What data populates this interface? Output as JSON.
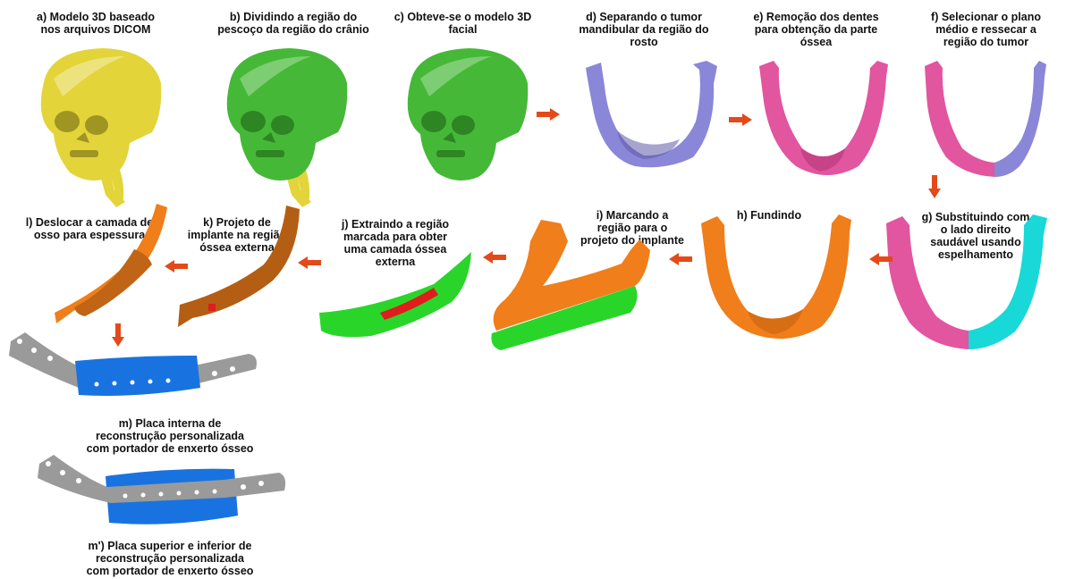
{
  "colors": {
    "yellow_skull": "#e3d43a",
    "green_skull": "#46b837",
    "periwinkle": "#8a86d8",
    "pink": "#e2559f",
    "cyan": "#18d8d8",
    "orange": "#f07e1a",
    "green_layer": "#2ad52a",
    "red_mark": "#e01c1c",
    "blue_plate": "#1873e0",
    "grey_plate": "#9a9a9a",
    "arrow_red": "#e24a1a"
  },
  "steps": {
    "a": "a) Modelo 3D baseado\nnos arquivos DICOM",
    "b": "b) Dividindo a região do\npescoço da região do crânio",
    "c": "c) Obteve-se o modelo 3D\nfacial",
    "d": "d) Separando o tumor\nmandibular da região do\nrosto",
    "e": "e) Remoção dos dentes\npara obtenção da parte\nóssea",
    "f": "f) Selecionar o plano\nmédio e ressecar a\nregião do tumor",
    "g": "g) Substituindo com\no lado direito\nsaudável usando\nespelhamento",
    "h": "h) Fundindo",
    "i": "i) Marcando a\nregião para o\nprojeto do implante",
    "j": "j) Extraindo a região\nmarcada para obter\numa camada óssea\nexterna",
    "k": "k) Projeto de\nimplante na região\nóssea externa",
    "l": "l) Deslocar a camada de\nosso para espessura",
    "m": "m) Placa interna de\nreconstrução personalizada\ncom portador de enxerto ósseo",
    "m2": "m') Placa superior e inferior de\nreconstrução personalizada\ncom portador de enxerto ósseo"
  }
}
